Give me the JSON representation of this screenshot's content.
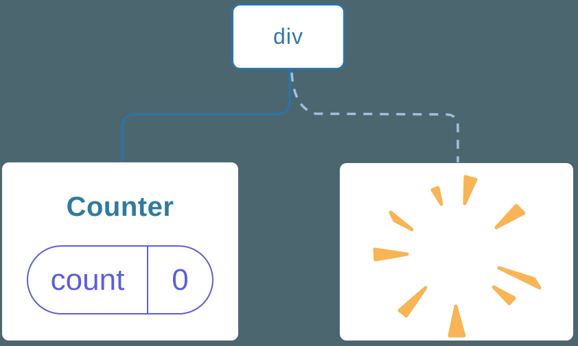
{
  "diagram": {
    "background_color": "#4C6670",
    "card_background": "#FFFFFF",
    "root_node": {
      "label": "div",
      "border_color": "#2B74A9",
      "text_color": "#3276A8"
    },
    "links": {
      "solid_color": "#2B74A9",
      "dashed_color": "#9FC0DB"
    },
    "counter_card": {
      "title": "Counter",
      "title_color": "#2E7BA0",
      "state_pill": {
        "key_label": "count",
        "value": "0",
        "accent_color": "#5B5FDB"
      }
    },
    "poof_card": {
      "icon": "poof-burst-icon",
      "burst_color": "#F8B455"
    }
  }
}
